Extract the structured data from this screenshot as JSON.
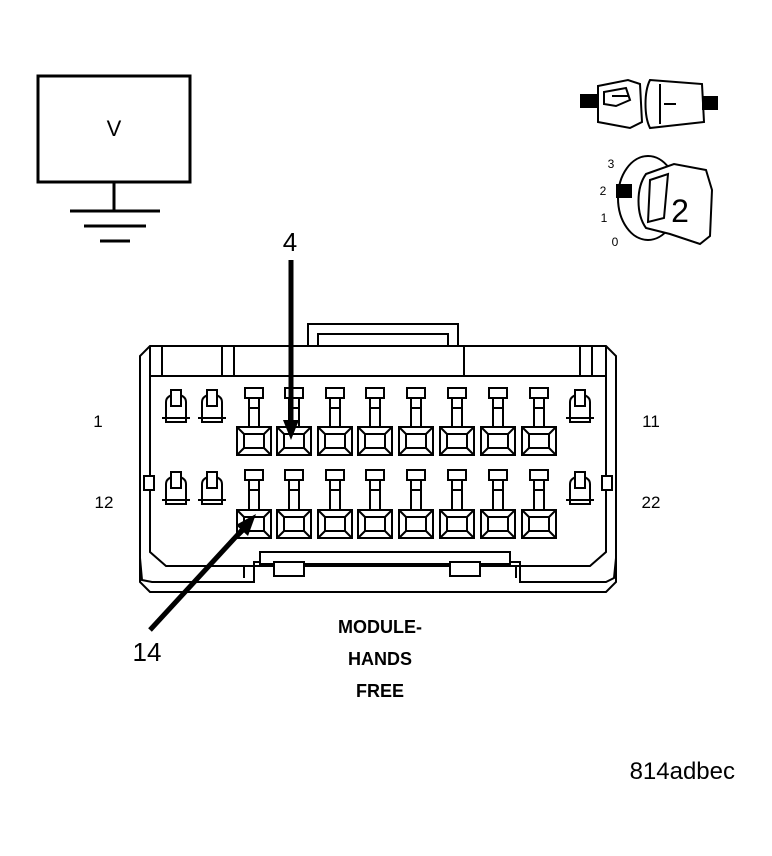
{
  "meter": {
    "label": "V"
  },
  "ignition": {
    "positions": [
      "3",
      "2",
      "1",
      "0"
    ],
    "key_position": "2"
  },
  "connector": {
    "pin_labels": {
      "top_left": "1",
      "top_right": "11",
      "bottom_left": "12",
      "bottom_right": "22"
    },
    "callouts": {
      "top": "4",
      "bottom": "14"
    },
    "title_lines": [
      "MODULE-",
      "HANDS",
      "FREE"
    ]
  },
  "figure_id": "814adbec"
}
